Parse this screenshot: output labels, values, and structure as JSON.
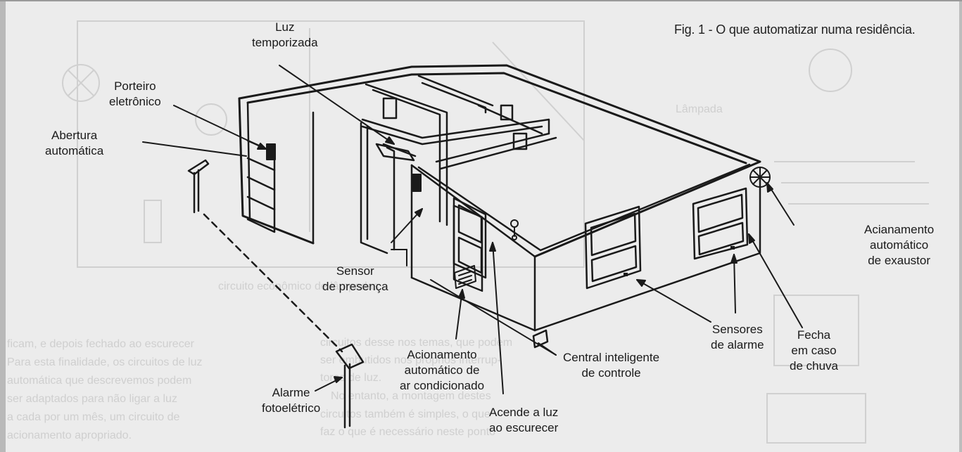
{
  "figure": {
    "caption": "Fig. 1 - O que automatizar numa residência."
  },
  "labels": {
    "luz_temporizada": [
      "Luz",
      "temporizada"
    ],
    "porteiro": [
      "Porteiro",
      "eletrônico"
    ],
    "abertura": [
      "Abertura",
      "automática"
    ],
    "sensor_presenca": [
      "Sensor",
      "de presença"
    ],
    "alarme_foto": [
      "Alarme",
      "fotoelétrico"
    ],
    "ar_condicionado": [
      "Acionamento",
      "automático de",
      "ar condicionado"
    ],
    "acende_luz": [
      "Acende a luz",
      "ao escurecer"
    ],
    "central": [
      "Central inteligente",
      "de controle"
    ],
    "sensores_alarme": [
      "Sensores",
      "de alarme"
    ],
    "fecha_chuva": [
      "Fecha",
      "em caso",
      "de chuva"
    ],
    "exaustor": [
      "Acianamento",
      "automático",
      "de exaustor"
    ]
  },
  "colors": {
    "ink": "#1a1a1a",
    "paper": "#ececec",
    "bleed": "#c9c9c9"
  }
}
